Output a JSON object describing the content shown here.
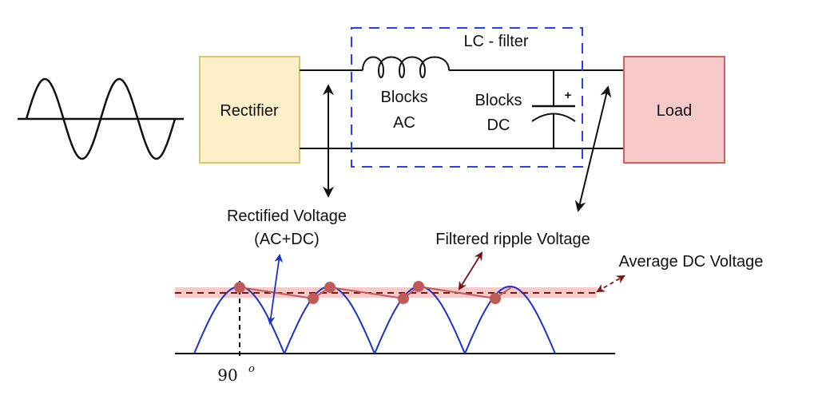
{
  "diagram": {
    "title": "Rectifier with LC filter",
    "blocks": {
      "rectifier": {
        "label": "Rectifier",
        "fill": "#fdf0c8",
        "stroke": "#e3c26e"
      },
      "load": {
        "label": "Load",
        "fill": "#f7c9c9",
        "stroke": "#c86464"
      },
      "lc_filter": {
        "label": "LC - filter",
        "stroke": "#2c3cf0"
      }
    },
    "components": {
      "inductor": {
        "label_line1": "Blocks",
        "label_line2": "AC"
      },
      "capacitor": {
        "label_line1": "Blocks",
        "label_line2": "DC",
        "polarity": "+"
      }
    },
    "annotations": {
      "rectified_voltage": {
        "line1": "Rectified Voltage",
        "line2": "(AC+DC)",
        "color": "#1c32c8"
      },
      "filtered_ripple": {
        "text": "Filtered ripple Voltage",
        "color": "#7a1414"
      },
      "average_dc": {
        "text": "Average DC Voltage",
        "color": "#7a1414"
      },
      "angle_marker": {
        "value": "90",
        "superscript": "o"
      }
    },
    "waveform": {
      "input_signal": "sine",
      "input_cycles": 2,
      "rectified_humps": 4,
      "ripple_points": 6,
      "band_color": "#f4b8b8",
      "ripple_color": "#c05a5a"
    }
  }
}
